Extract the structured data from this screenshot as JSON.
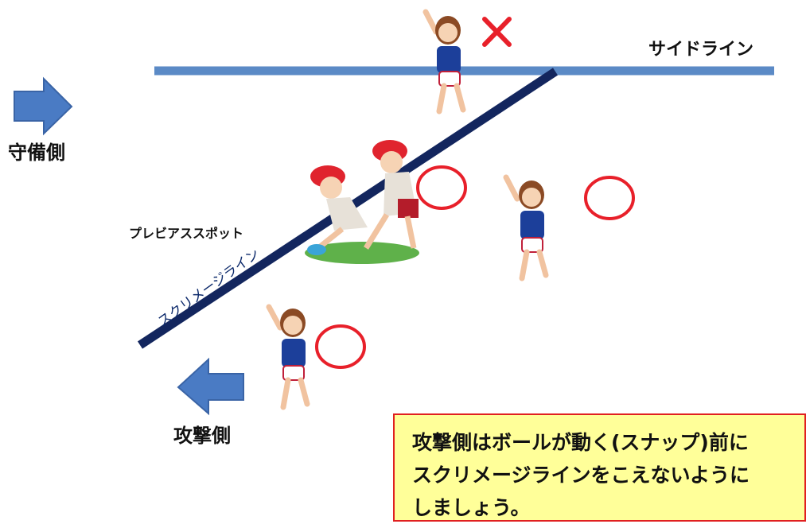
{
  "labels": {
    "side_line": "サイドライン",
    "defense_side": "守備側",
    "offense_side": "攻撃側",
    "pre_snap_spot": "プレビアススポット",
    "scrimmage_line": "スクリメージライン"
  },
  "note": {
    "text": "攻撃側はボールが動く(スナップ)前に\nスクリメージラインをこえないように\nしましょう。"
  },
  "colors": {
    "side_line": "#5b8ac6",
    "scrimmage_line": "#13265e",
    "arrow": "#4a7bc4",
    "mark_ok": "#e8202a",
    "mark_ng": "#e8202a",
    "note_bg": "#ffff99",
    "note_border": "#e02020"
  },
  "marks": {
    "ok_symbol": "circle",
    "ng_symbol": "cross"
  }
}
